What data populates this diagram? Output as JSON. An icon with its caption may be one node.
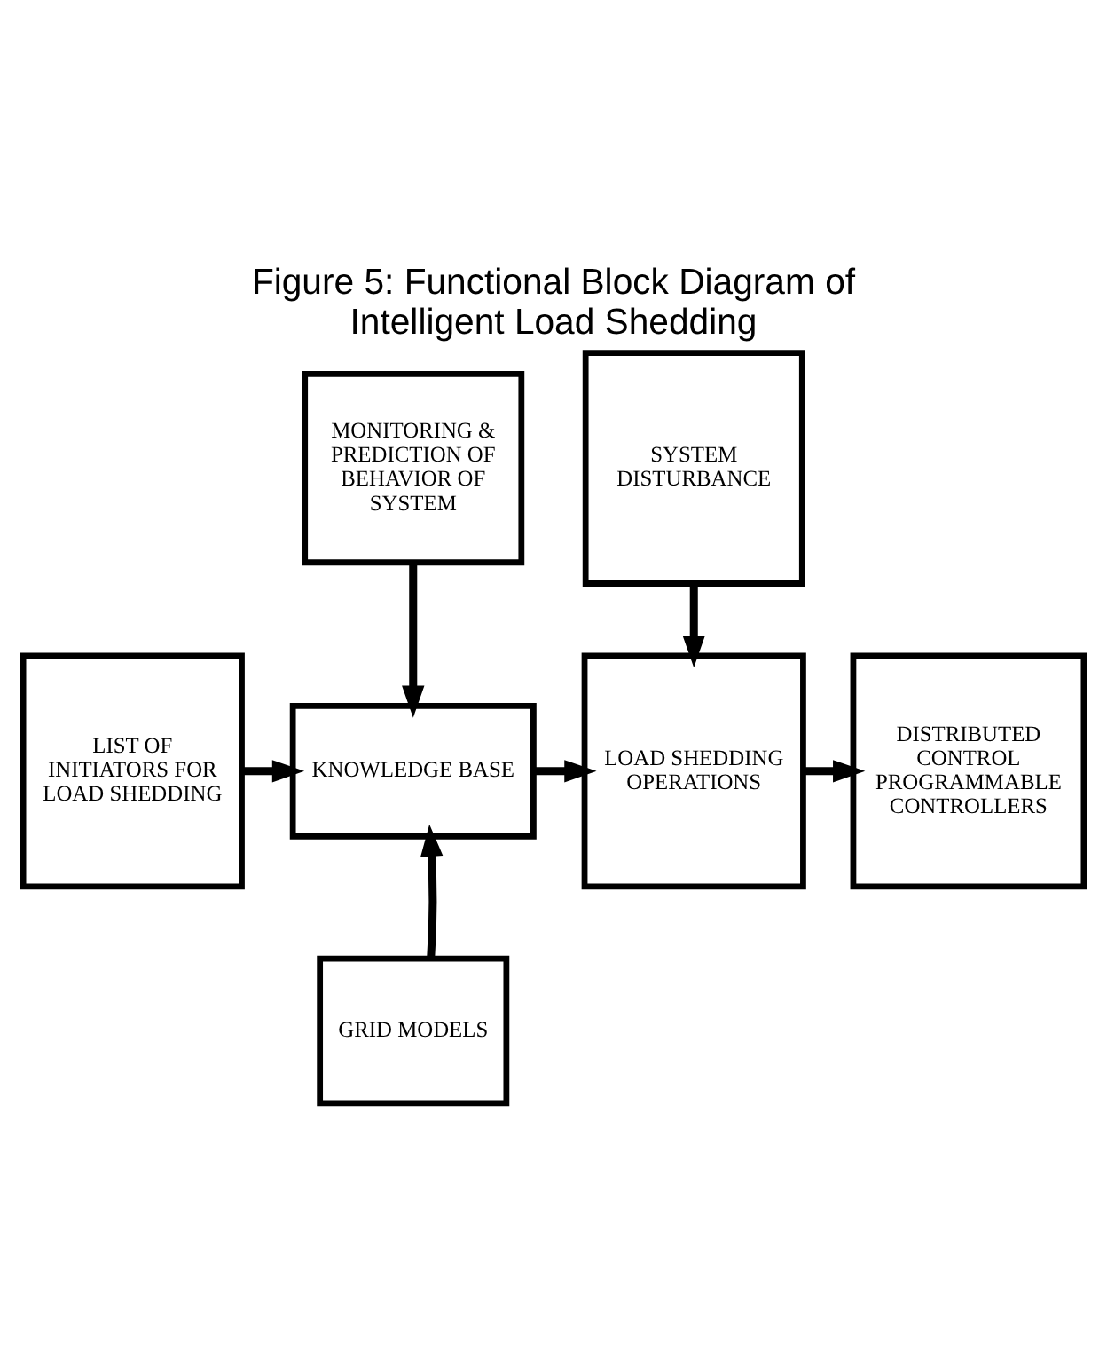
{
  "diagram": {
    "title": "Figure 5: Functional Block Diagram of Intelligent Load Shedding",
    "nodes": [
      {
        "text": [
          "MONITORING & PREDICTION OF BEHAVIOR OF SYSTEM"
        ]
      },
      {
        "text": [
          "SYSTEM DISTURBANCE"
        ]
      },
      {
        "text": [
          "LIST OF INITIATORS FOR LOAD SHEDDING"
        ]
      },
      {
        "text": [
          "KNOWLEDGE BASE"
        ]
      },
      {
        "text": [
          "LOAD SHEDDING OPERATIONS"
        ]
      },
      {
        "text": [
          "DISTRIBUTED CONTROL PROGRAMMABLE CONTROLLERS"
        ]
      },
      {
        "text": [
          "GRID MODELS"
        ]
      }
    ],
    "edges": [
      {
        "from": 0,
        "to": 3,
        "arrow": "to"
      },
      {
        "from": 1,
        "to": 4,
        "arrow": "to"
      },
      {
        "from": 2,
        "to": 3,
        "arrow": "to"
      },
      {
        "from": 3,
        "to": 4,
        "arrow": "to"
      },
      {
        "from": 4,
        "to": 5,
        "arrow": "to"
      },
      {
        "from": 6,
        "to": 3,
        "arrow": "to"
      }
    ]
  }
}
